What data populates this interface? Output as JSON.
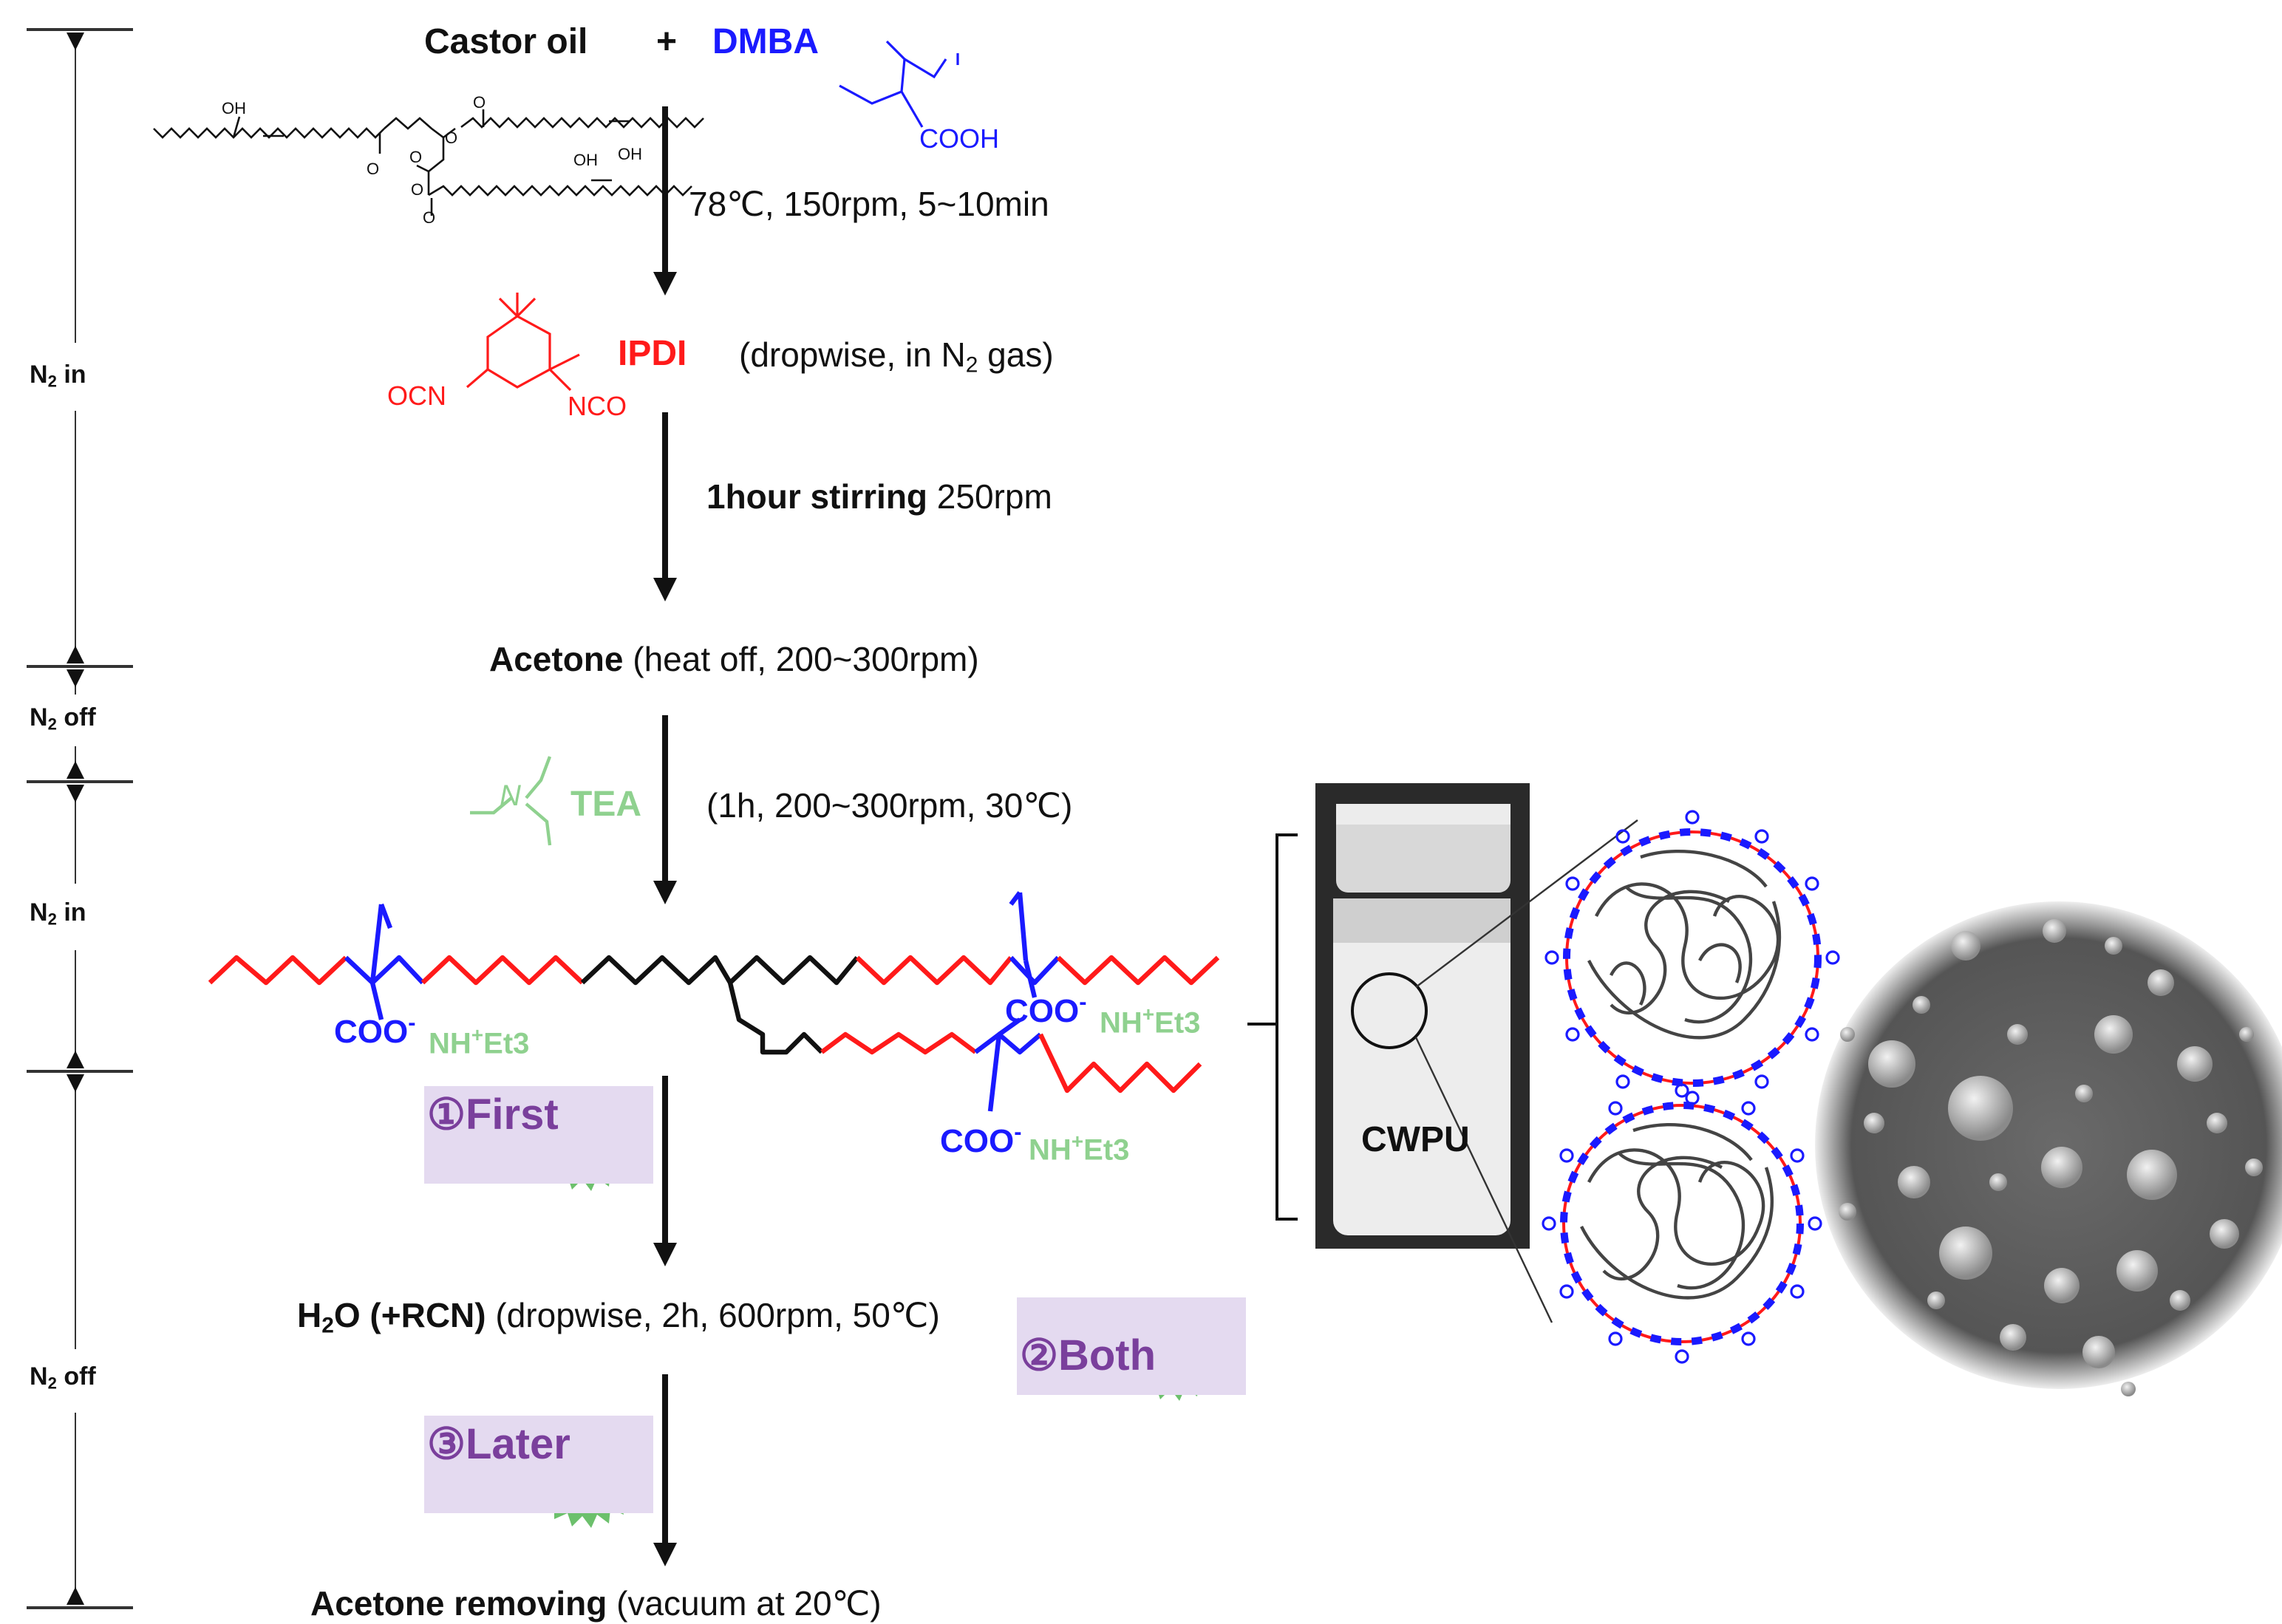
{
  "sidebar": {
    "phases": [
      {
        "n": "N",
        "sub": "2",
        "state": "in"
      },
      {
        "n": "N",
        "sub": "2",
        "state": "off"
      },
      {
        "n": "N",
        "sub": "2",
        "state": "in"
      },
      {
        "n": "N",
        "sub": "2",
        "state": "off"
      }
    ]
  },
  "step1": {
    "castor": "Castor oil",
    "plus": "+",
    "dmba": "DMBA",
    "cooh": "COOH",
    "oh": "OH",
    "condition": "78℃, 150rpm, 5~10min"
  },
  "step2": {
    "ipdi": "IPDI",
    "ipdi_cond_a": "(dropwise, in N",
    "ipdi_cond_sub": "2",
    "ipdi_cond_b": " gas)",
    "ocn": "OCN",
    "nco": "NCO"
  },
  "step3": {
    "bold": "1hour stirring",
    "rest": " 250rpm"
  },
  "step4": {
    "bold": "Acetone",
    "rest": " (heat off, 200~300rpm)"
  },
  "step5": {
    "tea": "TEA",
    "n": "N",
    "condition": "(1h, 200~300rpm, 30℃)"
  },
  "polymer": {
    "coo": "COO",
    "minus": "-",
    "nh": "NH",
    "plus": "+",
    "et3": "Et3"
  },
  "step6": {
    "h2o_a": "H",
    "h2o_sub": "2",
    "h2o_b": "O (+RCN)",
    "rest": " (dropwise, 2h, 600rpm, 50℃)"
  },
  "step7": {
    "bold": "Acetone removing",
    "rest": " (vacuum at 20℃)"
  },
  "badges": {
    "first": "①First",
    "both": "②Both",
    "later": "③Later"
  },
  "cwpu": "CWPU",
  "colors": {
    "dmba": "#1a1aff",
    "ipdi": "#ff1a1a",
    "tea": "#8fd18f",
    "badge_bg": "#e4daf0",
    "badge_text": "#7a3f9c",
    "star": "#6cc06c",
    "chain_red": "#ff1a1a",
    "chain_blue": "#1a1aff"
  }
}
